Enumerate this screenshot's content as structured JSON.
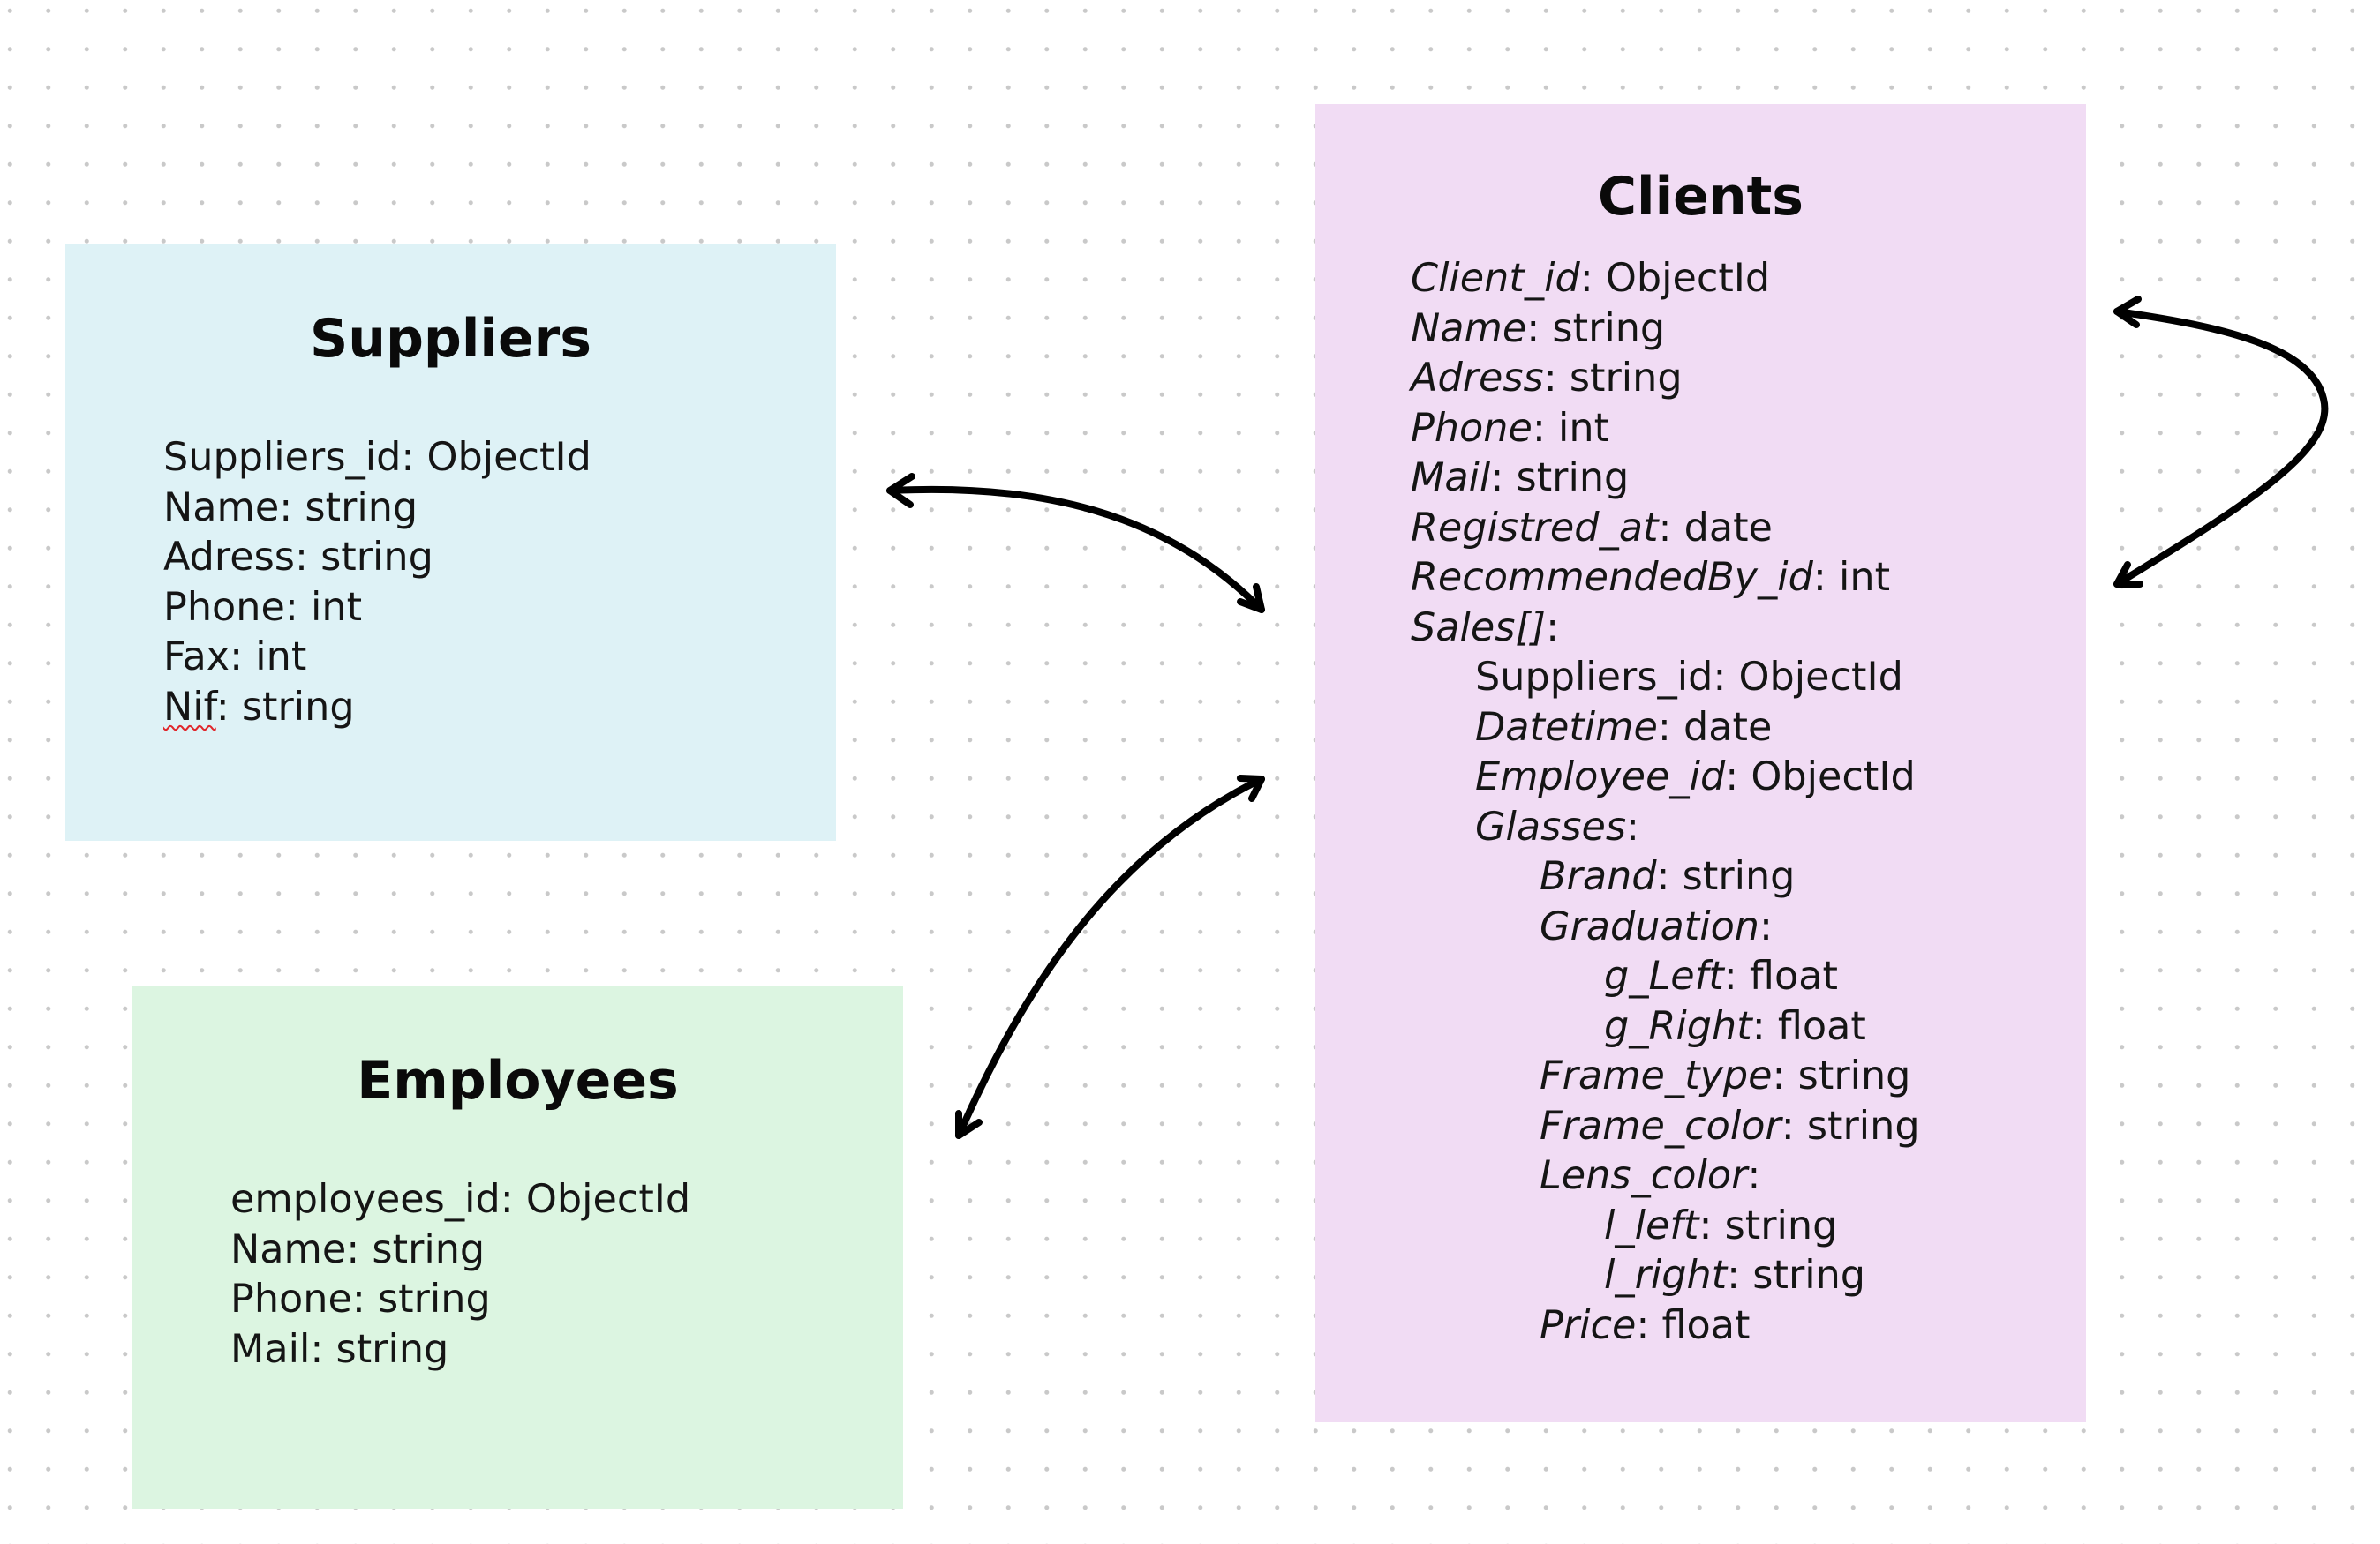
{
  "theme": {
    "suppliers_bg": "#def2f6",
    "employees_bg": "#dcf5e1",
    "clients_bg": "#f1dcf4",
    "connector_color": "#000000",
    "grid_dot_color": "#c9c9c9",
    "spellcheck_color": "#e0262b"
  },
  "suppliers": {
    "title": "Suppliers",
    "fields": [
      {
        "name": "Suppliers_id",
        "type": ": ObjectId"
      },
      {
        "name": "Name",
        "type": ": string"
      },
      {
        "name": "Adress",
        "type": ": string"
      },
      {
        "name": "Phone",
        "type": ": int"
      },
      {
        "name": "Fax",
        "type": ": int"
      },
      {
        "name": "Nif",
        "type": ": string"
      }
    ]
  },
  "employees": {
    "title": "Employees",
    "fields": [
      {
        "name": "employees_id",
        "type": ": ObjectId"
      },
      {
        "name": "Name",
        "type": ": string"
      },
      {
        "name": "Phone",
        "type": ": string"
      },
      {
        "name": "Mail",
        "type": ": string"
      }
    ]
  },
  "clients": {
    "title": "Clients",
    "fields": [
      {
        "name": "Client_id",
        "type": ": ObjectId"
      },
      {
        "name": "Name",
        "type": ": string"
      },
      {
        "name": "Adress",
        "type": ": string"
      },
      {
        "name": "Phone",
        "type": ": int"
      },
      {
        "name": "Mail",
        "type": ": string"
      },
      {
        "name": "Registred_at",
        "type": ": date"
      },
      {
        "name": "RecommendedBy_id",
        "type": ": int"
      },
      {
        "name": "Sales[]",
        "type": ":"
      },
      {
        "name": "Suppliers_id",
        "type": ": ObjectId"
      },
      {
        "name": "Datetime",
        "type": ": date"
      },
      {
        "name": "Employee_id",
        "type": ": ObjectId"
      },
      {
        "name": "Glasses",
        "type": ":"
      },
      {
        "name": "Brand",
        "type": ": string"
      },
      {
        "name": "Graduation",
        "type": ":"
      },
      {
        "name": "g_Left",
        "type": ": float"
      },
      {
        "name": "g_Right",
        "type": ": float"
      },
      {
        "name": "Frame_type",
        "type": ": string"
      },
      {
        "name": "Frame_color",
        "type": ": string"
      },
      {
        "name": "Lens_color",
        "type": ":"
      },
      {
        "name": "l_left",
        "type": ": string"
      },
      {
        "name": "l_right",
        "type": ": string"
      },
      {
        "name": "Price",
        "type": ": float"
      }
    ]
  }
}
